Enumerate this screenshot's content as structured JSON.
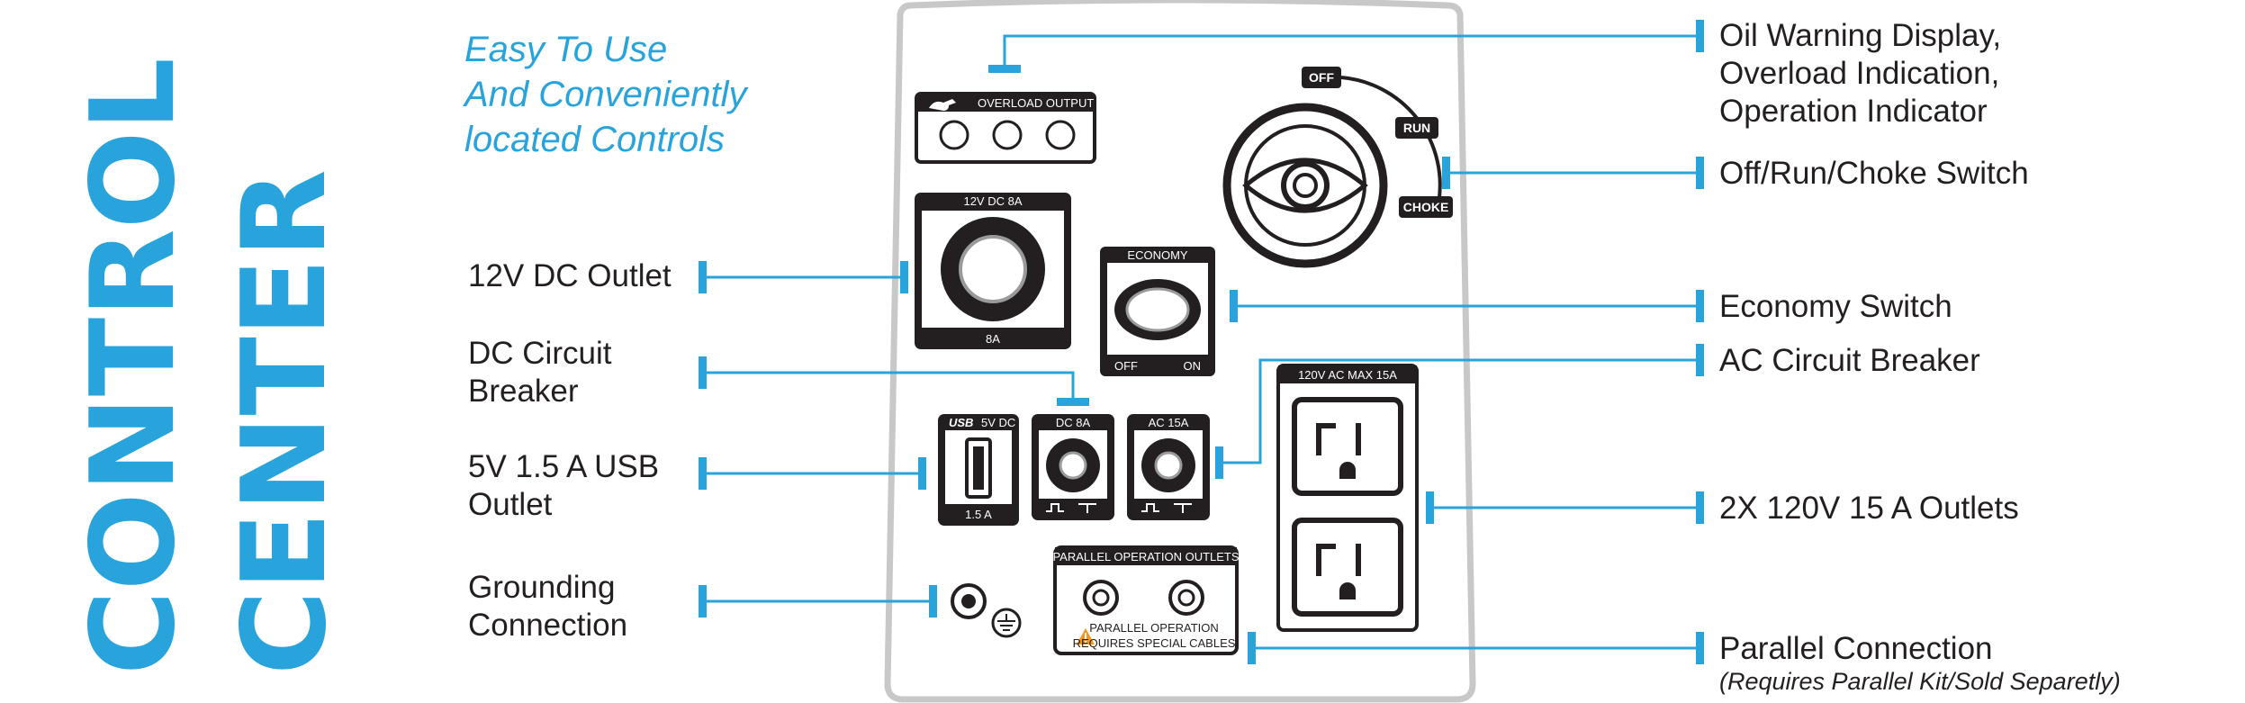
{
  "title": {
    "line1": "CONTROL",
    "line2": "CENTER"
  },
  "tagline": [
    "Easy To Use",
    "And Conveniently",
    "located Controls"
  ],
  "callouts_left": {
    "dc_outlet": [
      "12V DC Outlet"
    ],
    "dc_breaker": [
      "DC Circuit",
      "Breaker"
    ],
    "usb_outlet": [
      "5V 1.5 A USB",
      "Outlet"
    ],
    "grounding": [
      "Grounding",
      "Connection"
    ]
  },
  "callouts_right": {
    "oil_warning": [
      "Oil Warning Display,",
      "Overload Indication,",
      "Operation Indicator"
    ],
    "off_run_choke": [
      "Off/Run/Choke Switch"
    ],
    "economy": [
      "Economy Switch"
    ],
    "ac_breaker": [
      "AC Circuit Breaker"
    ],
    "ac_outlets": [
      "2X 120V 15 A Outlets"
    ],
    "parallel": [
      "Parallel Connection"
    ],
    "parallel_note": "(Requires Parallel Kit/Sold Separetly)"
  },
  "panel": {
    "indicator_label": "OVERLOAD OUTPUT",
    "dc_outlet_label_top": "12V DC 8A",
    "dc_outlet_label_bottom": "8A",
    "economy_label": "ECONOMY",
    "economy_off": "OFF",
    "economy_on": "ON",
    "knob_off": "OFF",
    "knob_run": "RUN",
    "knob_choke": "CHOKE",
    "usb_label_logo": "USB",
    "usb_label": "5V DC",
    "usb_rating": "1.5 A",
    "dc_breaker_label": "DC 8A",
    "ac_breaker_label": "AC 15A",
    "ac_outlets_label": "120V AC MAX 15A",
    "parallel_label": "PARALLEL OPERATION OUTLETS",
    "parallel_warning_1": "PARALLEL OPERATION",
    "parallel_warning_2": "REQUIRES SPECIAL CABLES"
  },
  "colors": {
    "accent": "#29a3dc",
    "ink": "#231f20",
    "panel_border": "#c8c8c8"
  }
}
